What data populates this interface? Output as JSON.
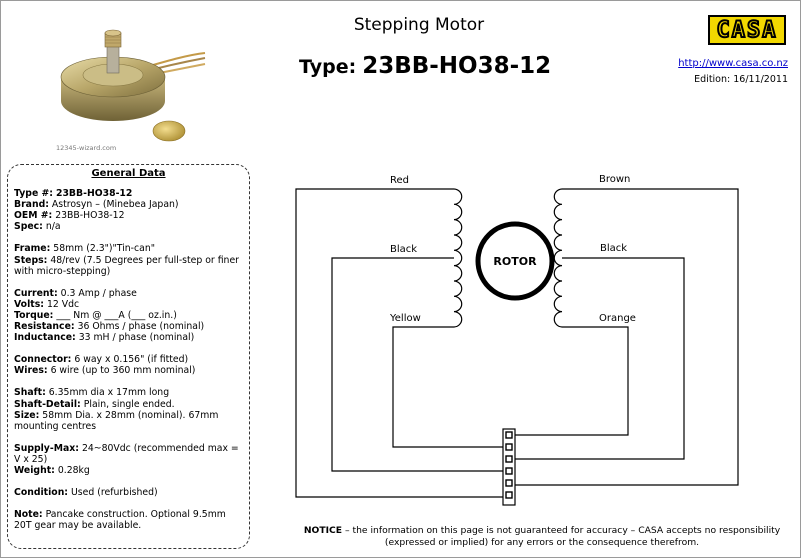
{
  "header": {
    "title": "Stepping Motor",
    "type_label": "Type:",
    "type_value": "23BB-HO38-12",
    "logo_text": "CASA",
    "url": "http://www.casa.co.nz",
    "edition": "Edition: 16/11/2011"
  },
  "photo": {
    "watermark": "12345-wizard.com"
  },
  "general_data": {
    "heading": "General Data",
    "groups": [
      [
        {
          "label": "Type #:",
          "value": "23BB-HO38-12",
          "value_bold": true
        },
        {
          "label": "Brand:",
          "value": "Astrosyn – (Minebea Japan)"
        },
        {
          "label": "OEM #:",
          "value": "23BB-HO38-12"
        },
        {
          "label": "Spec:",
          "value": "n/a"
        }
      ],
      [
        {
          "label": "Frame:",
          "value": "58mm (2.3\")\"Tin-can\""
        },
        {
          "label": "Steps:",
          "value": "48/rev (7.5 Degrees per full-step or finer with micro-stepping)"
        }
      ],
      [
        {
          "label": "Current:",
          "value": "0.3 Amp / phase"
        },
        {
          "label": "Volts:",
          "value": "12 Vdc"
        },
        {
          "label": "Torque:",
          "value": "___ Nm @ ___A (___ oz.in.)"
        },
        {
          "label": "Resistance:",
          "value": "36 Ohms / phase (nominal)"
        },
        {
          "label": "Inductance:",
          "value": "33 mH / phase (nominal)"
        }
      ],
      [
        {
          "label": "Connector:",
          "value": "6 way x 0.156\" (if fitted)"
        },
        {
          "label": "Wires:",
          "value": "6 wire (up to 360 mm nominal)"
        }
      ],
      [
        {
          "label": "Shaft:",
          "value": "6.35mm dia x 17mm long"
        },
        {
          "label": "Shaft-Detail:",
          "value": "Plain, single ended."
        },
        {
          "label": "Size:",
          "value": "58mm Dia. x 28mm (nominal). 67mm mounting centres"
        }
      ],
      [
        {
          "label": "Supply-Max:",
          "value": "24~80Vdc (recommended max = V x 25)"
        },
        {
          "label": "Weight:",
          "value": "0.28kg"
        }
      ],
      [
        {
          "label": "Condition:",
          "value": "Used (refurbished)"
        }
      ],
      [
        {
          "label": "Note:",
          "value": "Pancake construction. Optional 9.5mm 20T gear may be available."
        }
      ]
    ]
  },
  "diagram": {
    "rotor_label": "ROTOR",
    "wires": {
      "red": "Red",
      "black_left": "Black",
      "yellow": "Yellow",
      "brown": "Brown",
      "black_right": "Black",
      "orange": "Orange"
    }
  },
  "notice": {
    "label": "NOTICE",
    "text": " – the information on this page is not guaranteed for accuracy – CASA accepts no responsibility (expressed or implied) for any errors or the consequence therefrom."
  }
}
